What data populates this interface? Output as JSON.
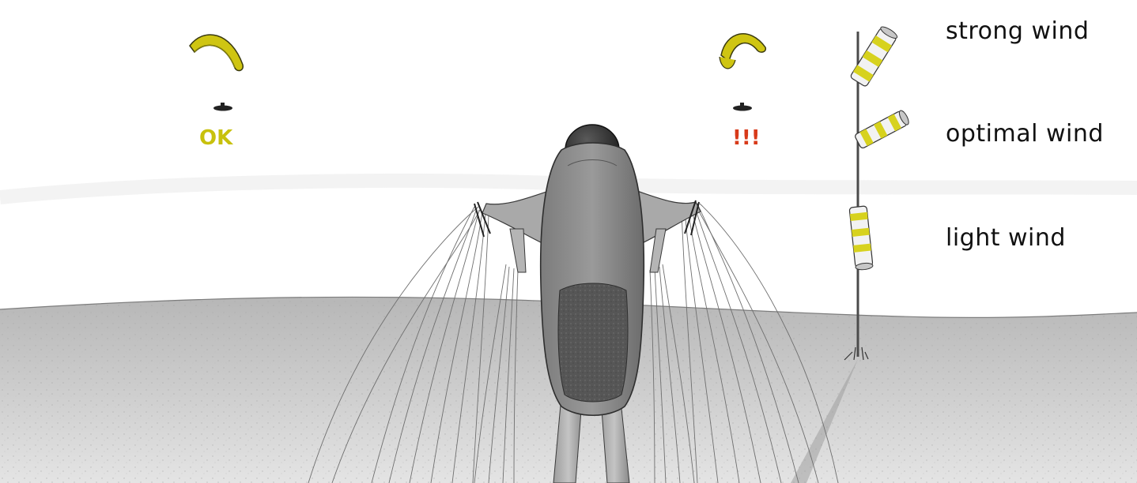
{
  "indicators": {
    "left_status": "OK",
    "right_status": "!!!",
    "colors": {
      "ok": "#c8c10d",
      "alert": "#d83a1a",
      "wing": "#cfc512",
      "stripe": "#d7d21e"
    }
  },
  "windsock_legend": {
    "strong_label": "strong wind",
    "optimal_label": "optimal wind",
    "light_label": "light wind"
  }
}
